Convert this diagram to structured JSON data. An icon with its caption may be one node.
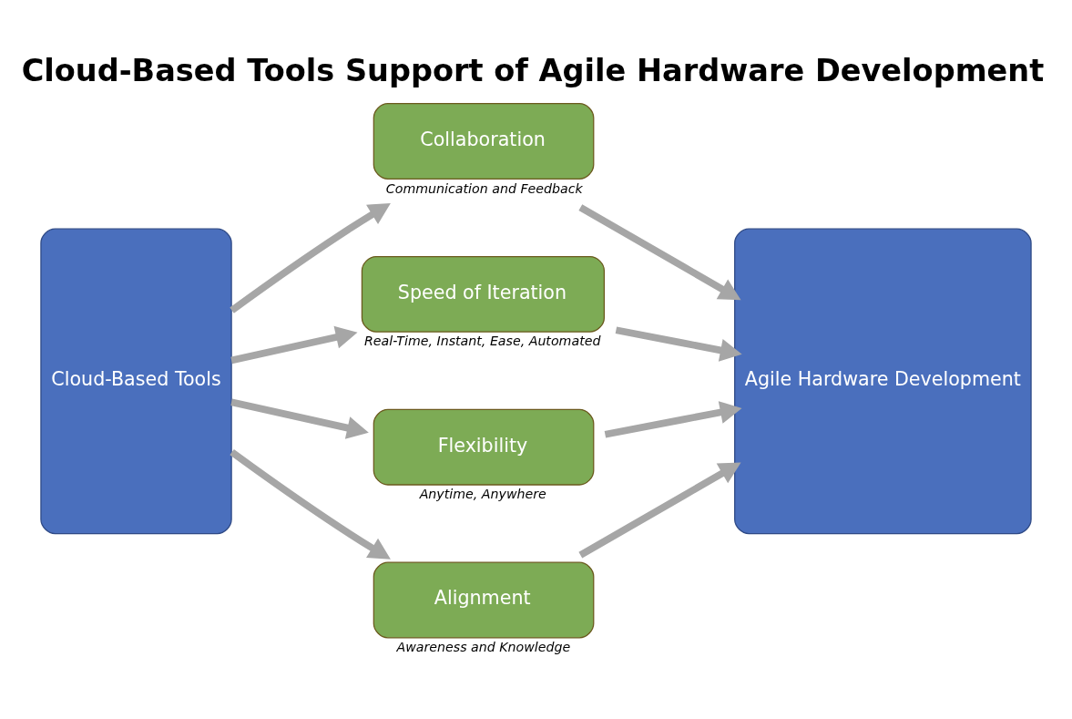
{
  "diagram": {
    "title": "Cloud-Based Tools Support of Agile Hardware Development",
    "nodes": [
      {
        "text": [
          "Cloud-Based Tools"
        ]
      },
      {
        "text": [
          "Collaboration"
        ],
        "beside": [
          "Communication and Feedback"
        ]
      },
      {
        "text": [
          "Speed of Iteration"
        ],
        "beside": [
          "Real-Time, Instant, Ease, Automated"
        ]
      },
      {
        "text": [
          "Flexibility"
        ],
        "beside": [
          "Anytime, Anywhere"
        ]
      },
      {
        "text": [
          "Alignment"
        ],
        "beside": [
          "Awareness and Knowledge"
        ]
      },
      {
        "text": [
          "Agile Hardware Development"
        ]
      }
    ],
    "edges": [
      {
        "from": 0,
        "to": 1,
        "arrow": "to"
      },
      {
        "from": 0,
        "to": 2,
        "arrow": "to"
      },
      {
        "from": 0,
        "to": 3,
        "arrow": "to"
      },
      {
        "from": 0,
        "to": 4,
        "arrow": "to"
      },
      {
        "from": 1,
        "to": 5,
        "arrow": "to"
      },
      {
        "from": 2,
        "to": 5,
        "arrow": "to"
      },
      {
        "from": 3,
        "to": 5,
        "arrow": "to"
      },
      {
        "from": 4,
        "to": 5,
        "arrow": "to"
      }
    ]
  }
}
